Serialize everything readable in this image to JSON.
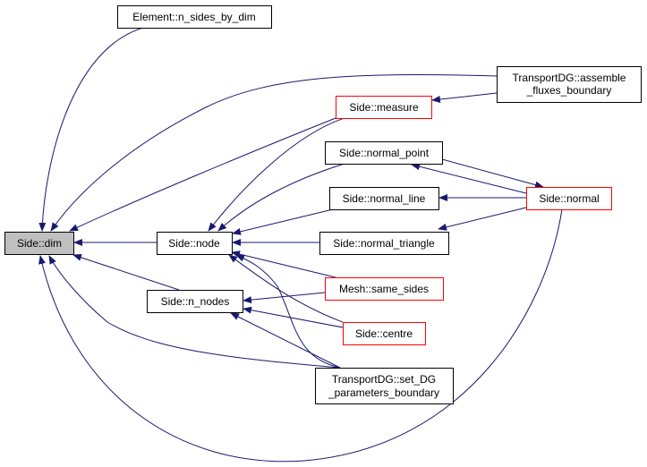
{
  "graph": {
    "type": "call-graph",
    "edge_color": "#191970",
    "nodes": {
      "dim": {
        "label": "Side::dim",
        "style": "current"
      },
      "n_sides_by_dim": {
        "label": "Element::n_sides_by_dim",
        "style": "normal"
      },
      "assemble": {
        "label1": "TransportDG::assemble",
        "label2": "_fluxes_boundary",
        "style": "normal"
      },
      "measure": {
        "label": "Side::measure",
        "style": "red"
      },
      "normal_point": {
        "label": "Side::normal_point",
        "style": "normal"
      },
      "normal_line": {
        "label": "Side::normal_line",
        "style": "normal"
      },
      "normal_triangle": {
        "label": "Side::normal_triangle",
        "style": "normal"
      },
      "normal": {
        "label": "Side::normal",
        "style": "red"
      },
      "node": {
        "label": "Side::node",
        "style": "normal"
      },
      "n_nodes": {
        "label": "Side::n_nodes",
        "style": "normal"
      },
      "same_sides": {
        "label": "Mesh::same_sides",
        "style": "red"
      },
      "centre": {
        "label": "Side::centre",
        "style": "red"
      },
      "set_dg": {
        "label1": "TransportDG::set_DG",
        "label2": "_parameters_boundary",
        "style": "normal"
      }
    },
    "edges": [
      [
        "n_sides_by_dim",
        "dim"
      ],
      [
        "assemble",
        "dim"
      ],
      [
        "measure",
        "dim"
      ],
      [
        "node",
        "dim"
      ],
      [
        "n_nodes",
        "dim"
      ],
      [
        "set_dg",
        "dim"
      ],
      [
        "normal",
        "dim"
      ],
      [
        "measure",
        "node"
      ],
      [
        "normal_point",
        "node"
      ],
      [
        "normal_line",
        "node"
      ],
      [
        "normal_triangle",
        "node"
      ],
      [
        "same_sides",
        "node"
      ],
      [
        "centre",
        "node"
      ],
      [
        "set_dg",
        "node"
      ],
      [
        "same_sides",
        "n_nodes"
      ],
      [
        "centre",
        "n_nodes"
      ],
      [
        "set_dg",
        "n_nodes"
      ],
      [
        "assemble",
        "measure"
      ],
      [
        "normal_point",
        "normal"
      ],
      [
        "normal",
        "normal_point"
      ],
      [
        "normal",
        "normal_line"
      ],
      [
        "normal",
        "normal_triangle"
      ]
    ]
  }
}
